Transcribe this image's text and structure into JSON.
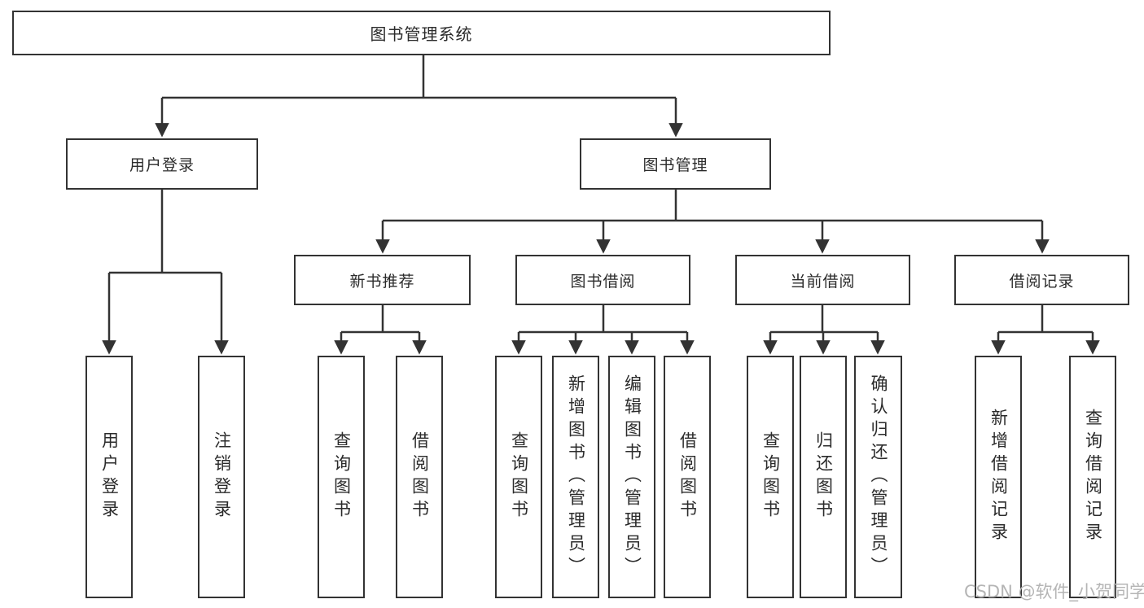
{
  "colors": {
    "line": "#333333",
    "box_border": "#333333",
    "box_fill": "#ffffff",
    "text": "#2b2b2b",
    "watermark": "#b5b5b5",
    "background": "#ffffff"
  },
  "tree": {
    "root": {
      "label": "图书管理系统"
    },
    "branches": [
      {
        "label": "用户登录",
        "children": [
          {
            "label": "用户登录"
          },
          {
            "label": "注销登录"
          }
        ]
      },
      {
        "label": "图书管理",
        "children": [
          {
            "label": "新书推荐",
            "children": [
              {
                "label": "查询图书"
              },
              {
                "label": "借阅图书"
              }
            ]
          },
          {
            "label": "图书借阅",
            "children": [
              {
                "label": "查询图书"
              },
              {
                "label": "新增图书（管理员）"
              },
              {
                "label": "编辑图书（管理员）"
              },
              {
                "label": "借阅图书"
              }
            ]
          },
          {
            "label": "当前借阅",
            "children": [
              {
                "label": "查询图书"
              },
              {
                "label": "归还图书"
              },
              {
                "label": "确认归还（管理员）"
              }
            ]
          },
          {
            "label": "借阅记录",
            "children": [
              {
                "label": "新增借阅记录"
              },
              {
                "label": "查询借阅记录"
              }
            ]
          }
        ]
      }
    ]
  },
  "watermark": {
    "text": "CSDN @软件_小贺同学"
  }
}
